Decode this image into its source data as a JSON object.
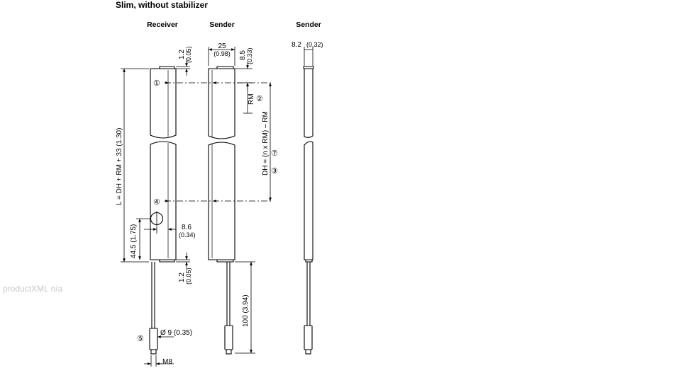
{
  "title": "Slim, without stabilizer",
  "watermark": "productXML n/a",
  "headers": {
    "receiver": "Receiver",
    "sender_front": "Sender",
    "sender_side": "Sender"
  },
  "dimensions": {
    "top_offset": "1.2",
    "top_offset_in": "(0.05)",
    "width": "25",
    "width_in": "(0.98)",
    "top_height": "8.5",
    "top_height_in": "(0.33)",
    "side_width": "8.2",
    "side_width_in": "(0.32)",
    "length": "L = DH + RM + 33 (1.30)",
    "rm": "RM",
    "dh": "DH = (n x RM) – RM",
    "conn_offset": "8.6",
    "conn_offset_in": "(0.34)",
    "conn_height": "44.5 (1.75)",
    "bottom_offset": "1.2",
    "bottom_offset_in": "(0.05)",
    "cable_length": "100 (3.94)",
    "plug_diameter": "Ø 9 (0.35)",
    "thread": "M8"
  },
  "callouts": {
    "c1": "①",
    "c2": "②",
    "c3": "③",
    "c4": "④",
    "c5": "⑤",
    "c7": "⑦"
  }
}
